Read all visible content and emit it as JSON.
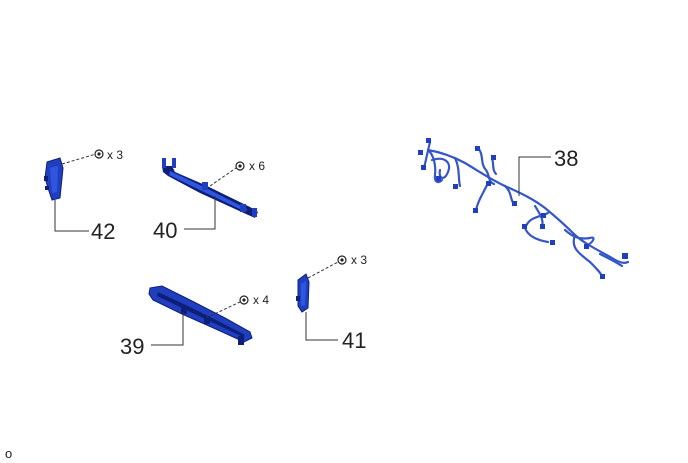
{
  "parts": [
    {
      "id": "p42",
      "label": "42",
      "qty": "x 3"
    },
    {
      "id": "p40",
      "label": "40",
      "qty": "x 6"
    },
    {
      "id": "p38",
      "label": "38",
      "qty": ""
    },
    {
      "id": "p39",
      "label": "39",
      "qty": "x 4"
    },
    {
      "id": "p41",
      "label": "41",
      "qty": "x 3"
    }
  ],
  "corner_mark": "o",
  "colors": {
    "part_blue": "#1f3fbf",
    "part_dark": "#0e1f7a",
    "harness": "#3556c8"
  }
}
